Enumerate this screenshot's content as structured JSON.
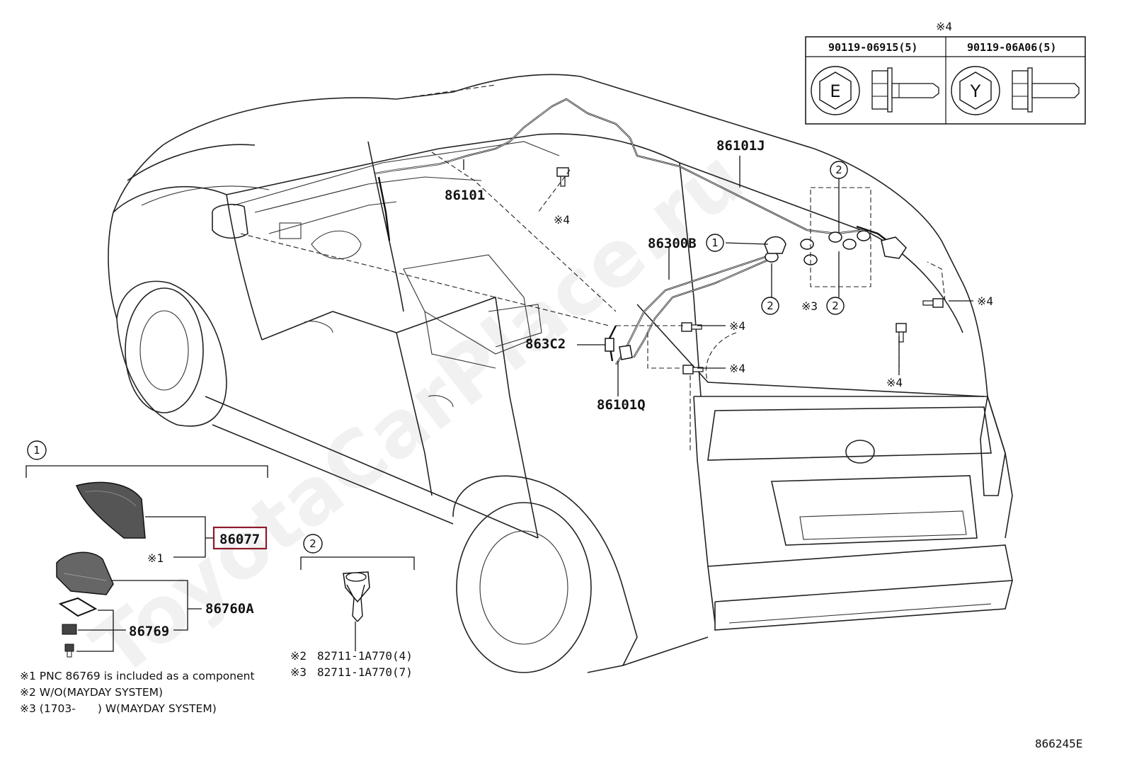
{
  "watermark": "ToyotaCarPlace.ru",
  "fastener_table": {
    "ref": "※4",
    "columns": [
      {
        "part": "90119-06915(5)",
        "head_mark": "E"
      },
      {
        "part": "90119-06A06(5)",
        "head_mark": "Y"
      }
    ]
  },
  "callouts": {
    "c86101J": "86101J",
    "c86101": "86101",
    "c86300B": "86300B",
    "c863C2": "863C2",
    "c86101Q": "86101Q",
    "c86077": "86077",
    "c86760A": "86760A",
    "c86769": "86769",
    "ref4": "※4",
    "ref3": "※3",
    "ref1": "※1",
    "group1": "1",
    "group2": "2"
  },
  "highlight_color": "#8b1a2b",
  "clip_notes": [
    {
      "mark": "※2",
      "part": "82711-1A770(4)"
    },
    {
      "mark": "※3",
      "part": "82711-1A770(7)"
    }
  ],
  "notes": [
    "※1 PNC 86769 is included as a component",
    "※2 W/O(MAYDAY SYSTEM)",
    "※3 (1703-　　) W(MAYDAY SYSTEM)"
  ],
  "diagram_id": "866245E"
}
